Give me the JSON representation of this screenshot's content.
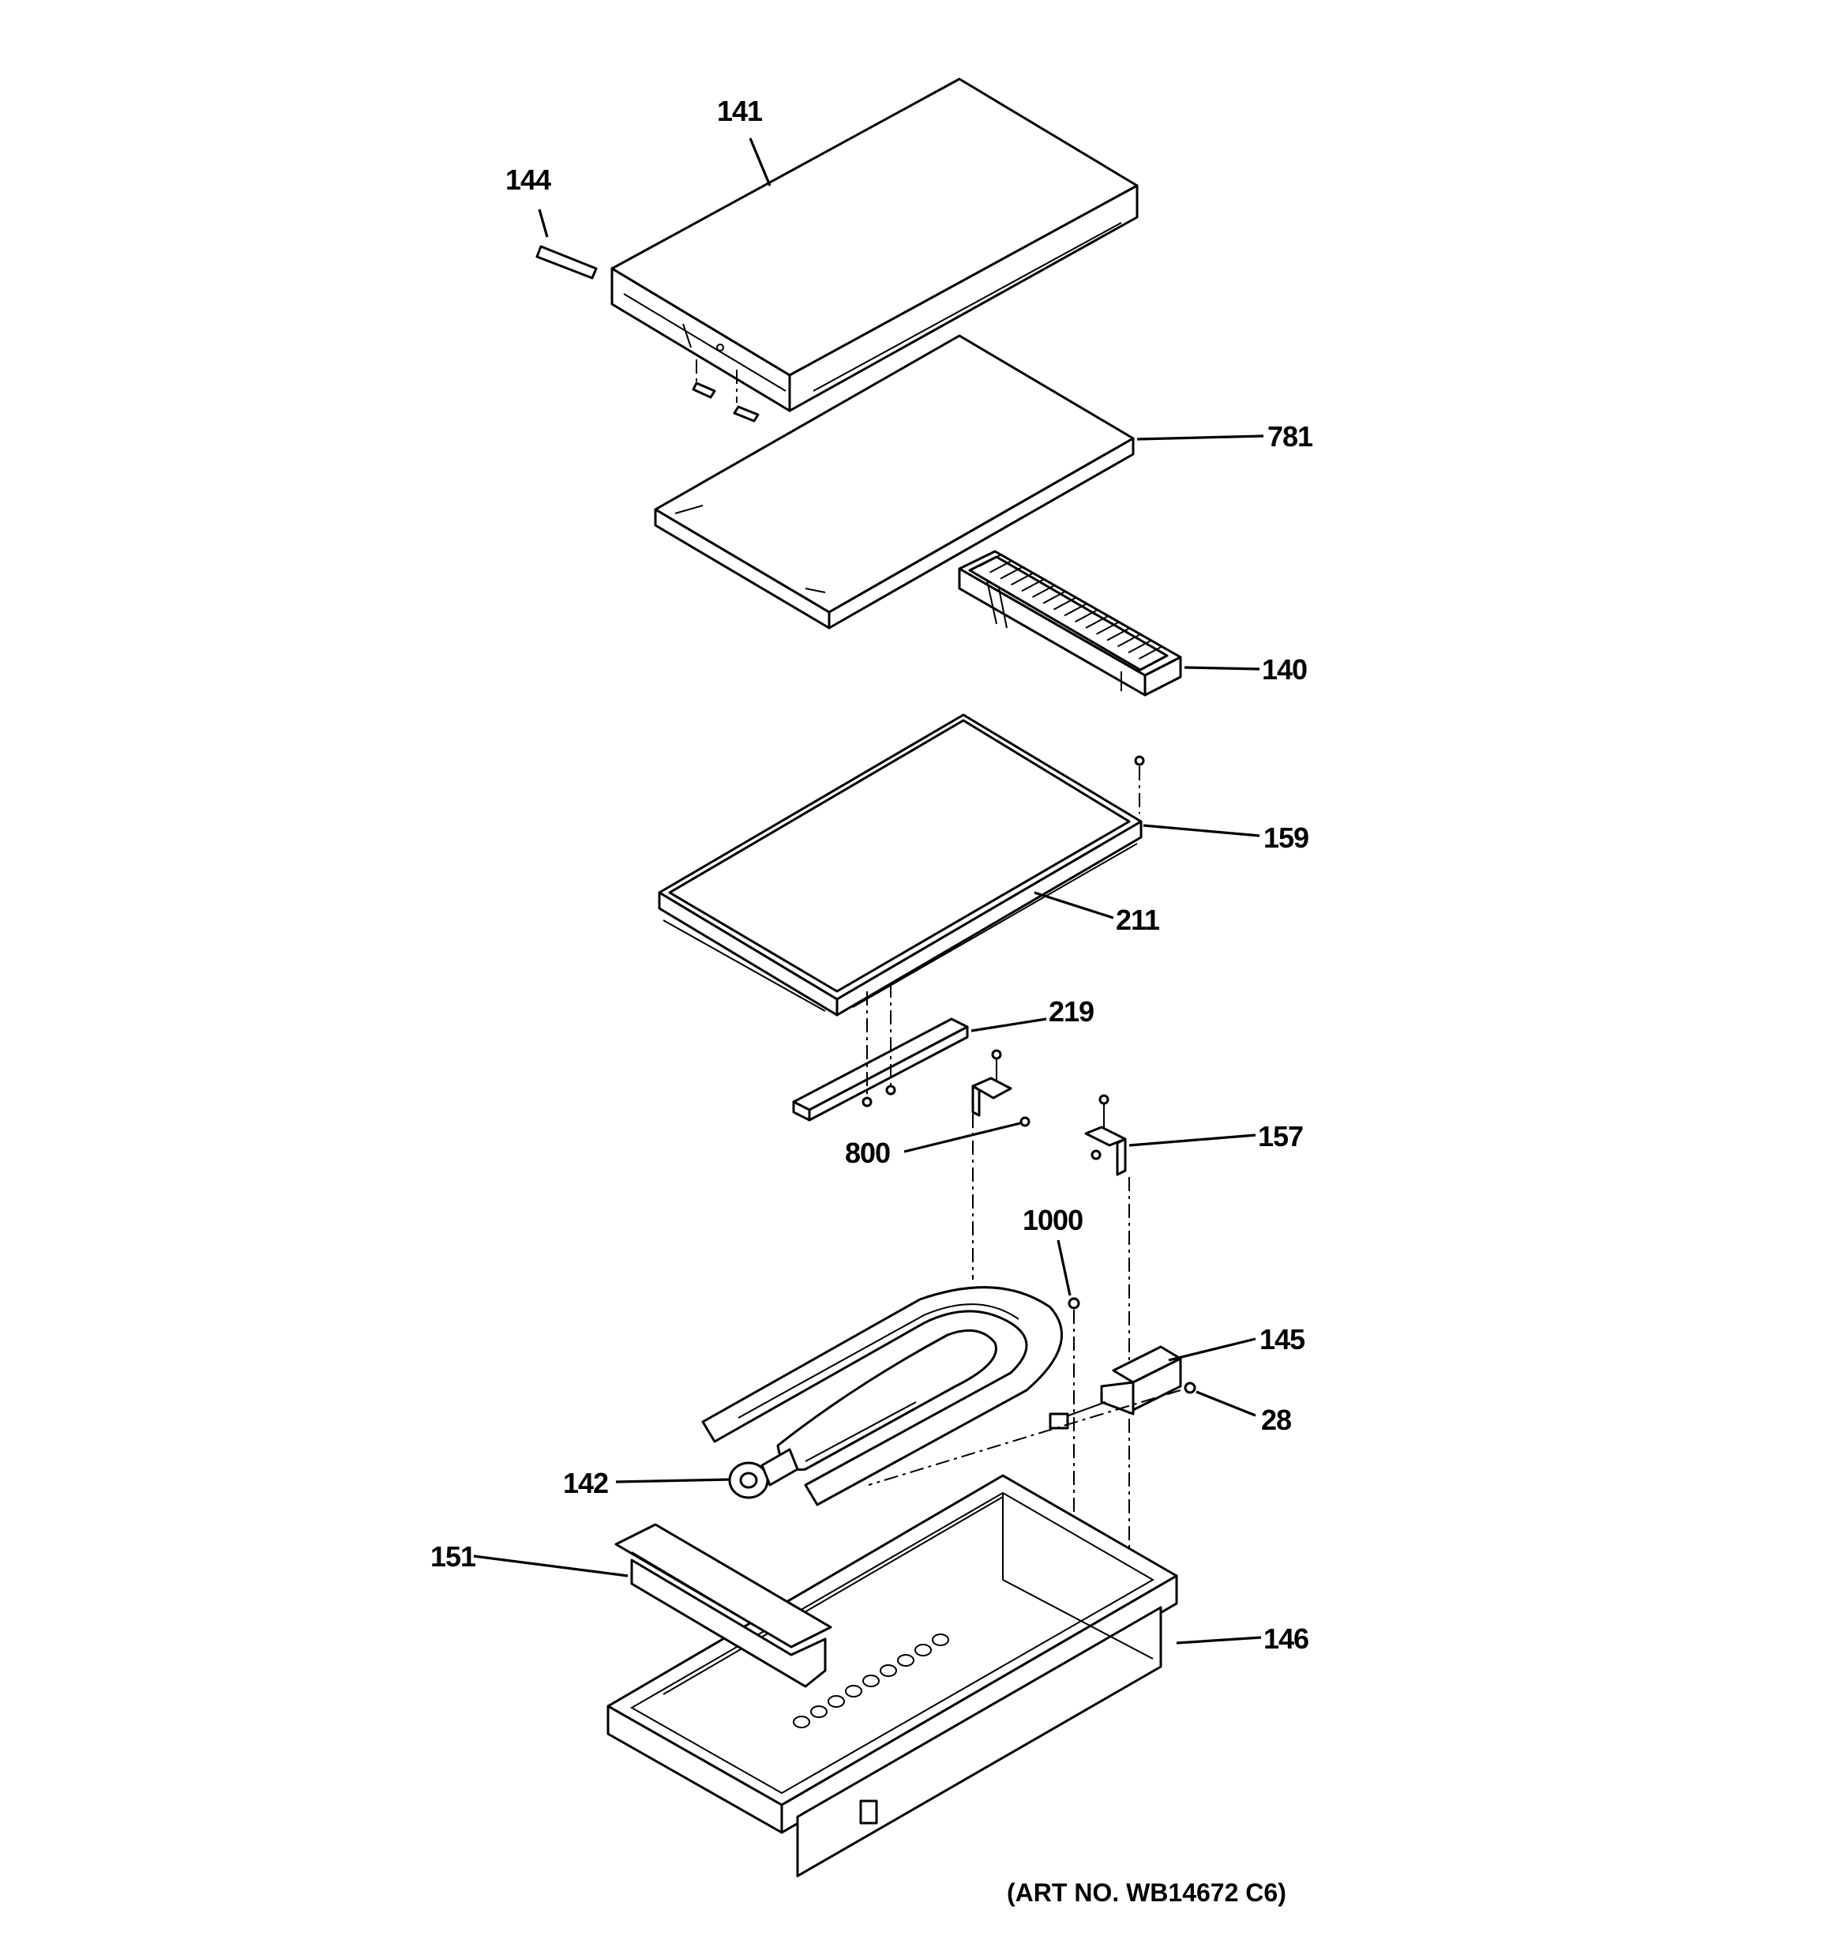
{
  "diagram": {
    "art_number": "(ART NO. WB14672 C6)",
    "callouts": {
      "c141": "141",
      "c144": "144",
      "c781": "781",
      "c140": "140",
      "c159": "159",
      "c211": "211",
      "c219": "219",
      "c800": "800",
      "c157": "157",
      "c1000": "1000",
      "c145": "145",
      "c28": "28",
      "c142": "142",
      "c151": "151",
      "c146": "146"
    }
  }
}
